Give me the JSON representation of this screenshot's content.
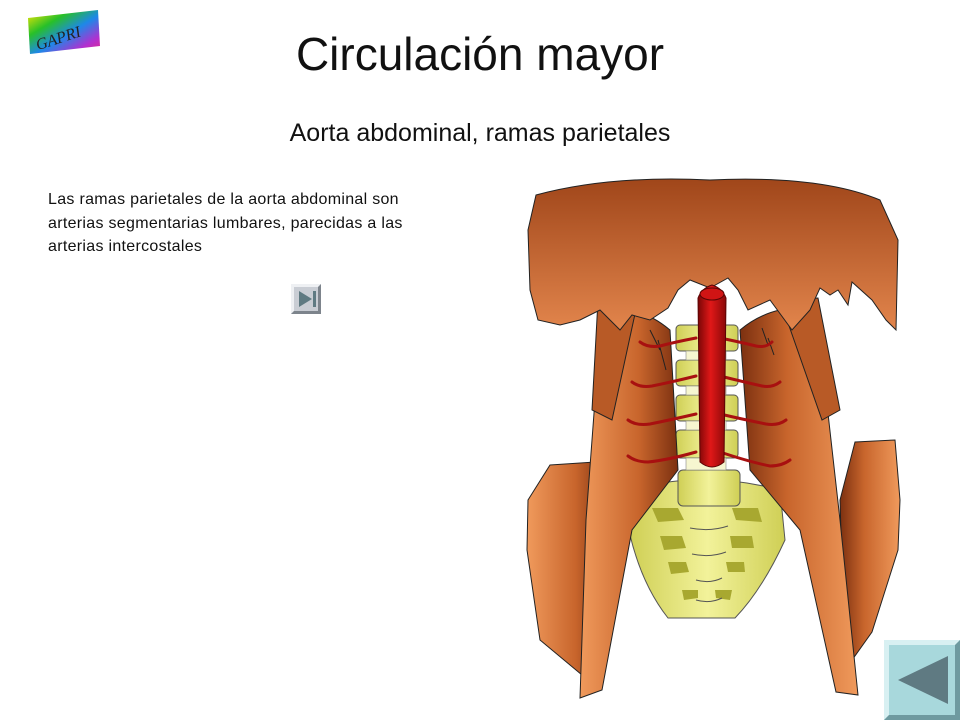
{
  "header": {
    "logo_text": "GAPRI",
    "title": "Circulación mayor",
    "subtitle": "Aorta abdominal,  ramas parietales"
  },
  "content": {
    "description": "Las ramas parietales de la aorta abdominal son arterias segmentarias lumbares, parecidas a las arterias intercostales"
  },
  "navigation": {
    "next_icon": "play-next-icon",
    "back_icon": "back-triangle-icon"
  },
  "illustration": {
    "subject": "abdominal-aorta-lumbar-arteries",
    "colors": {
      "muscle": "#c4622c",
      "muscle_dark": "#8a3a14",
      "bone": "#e6e67a",
      "aorta": "#c81414",
      "artery": "#a81010"
    }
  },
  "colors": {
    "button_face": "#c9cdd4",
    "button_back_face": "#a8d8dc",
    "button_triangle": "#5f7a82"
  }
}
